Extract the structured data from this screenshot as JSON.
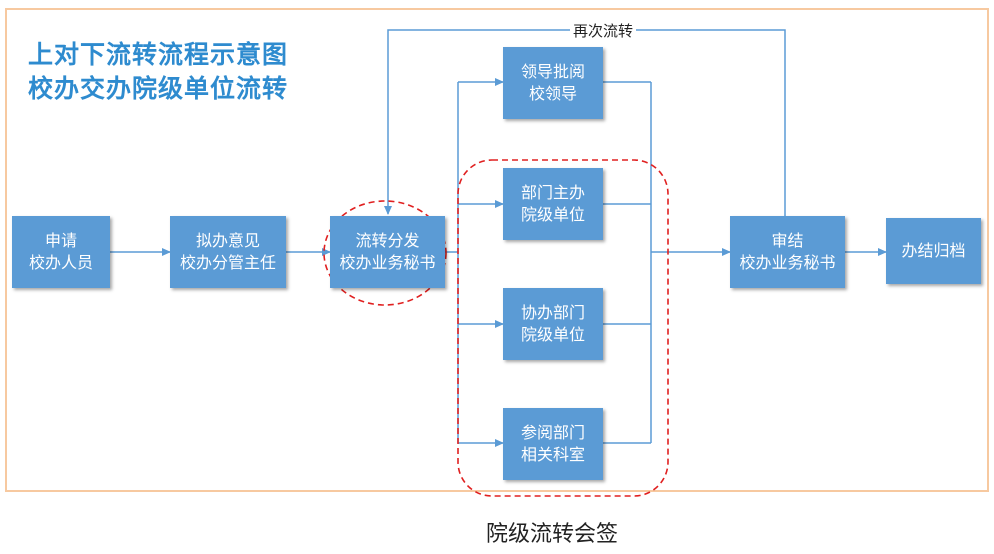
{
  "title": {
    "line1": "上对下流转流程示意图",
    "line2": "校办交办院级单位流转"
  },
  "loop_label": "再次流转",
  "caption": "院级流转会签",
  "colors": {
    "node_fill": "#5b9bd5",
    "connector": "#5b9bd5",
    "title": "#2e8bcf",
    "frame": "#f7c9a0",
    "highlight": "#e02020"
  },
  "nodes": {
    "applicant": {
      "line1": "申请",
      "line2": "校办人员"
    },
    "draft": {
      "line1": "拟办意见",
      "line2": "校办分管主任"
    },
    "dispatch": {
      "line1": "流转分发",
      "line2": "校办业务秘书"
    },
    "leader": {
      "line1": "领导批阅",
      "line2": "校领导"
    },
    "lead_dept": {
      "line1": "部门主办",
      "line2": "院级单位"
    },
    "assist_dept": {
      "line1": "协办部门",
      "line2": "院级单位"
    },
    "review_dept": {
      "line1": "参阅部门",
      "line2": "相关科室"
    },
    "audit": {
      "line1": "审结",
      "line2": "校办业务秘书"
    },
    "archive": {
      "line1": "办结归档"
    }
  }
}
